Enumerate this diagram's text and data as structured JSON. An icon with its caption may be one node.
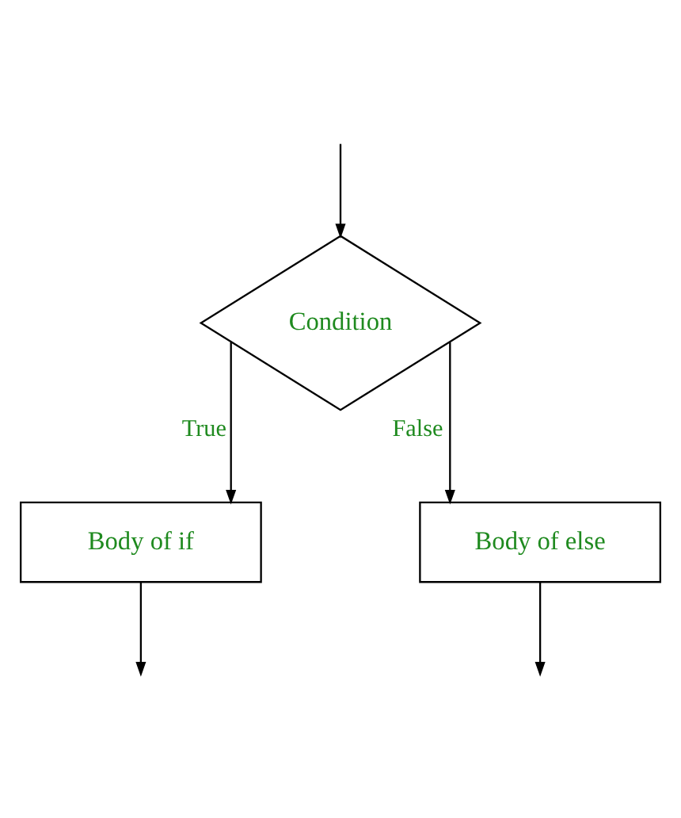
{
  "diagram": {
    "nodes": [
      {
        "text": [
          "Condition"
        ]
      },
      {
        "text": [
          "Body of if"
        ]
      },
      {
        "text": [
          "Body of else"
        ]
      }
    ],
    "edges": [
      {
        "from": null,
        "to": 0,
        "arrow": "to"
      },
      {
        "from": 0,
        "to": 1,
        "label": "True",
        "arrow": "to"
      },
      {
        "from": 0,
        "to": 2,
        "label": "False",
        "arrow": "to"
      },
      {
        "from": 1,
        "to": null,
        "arrow": "to"
      },
      {
        "from": 2,
        "to": null,
        "arrow": "to"
      }
    ]
  }
}
